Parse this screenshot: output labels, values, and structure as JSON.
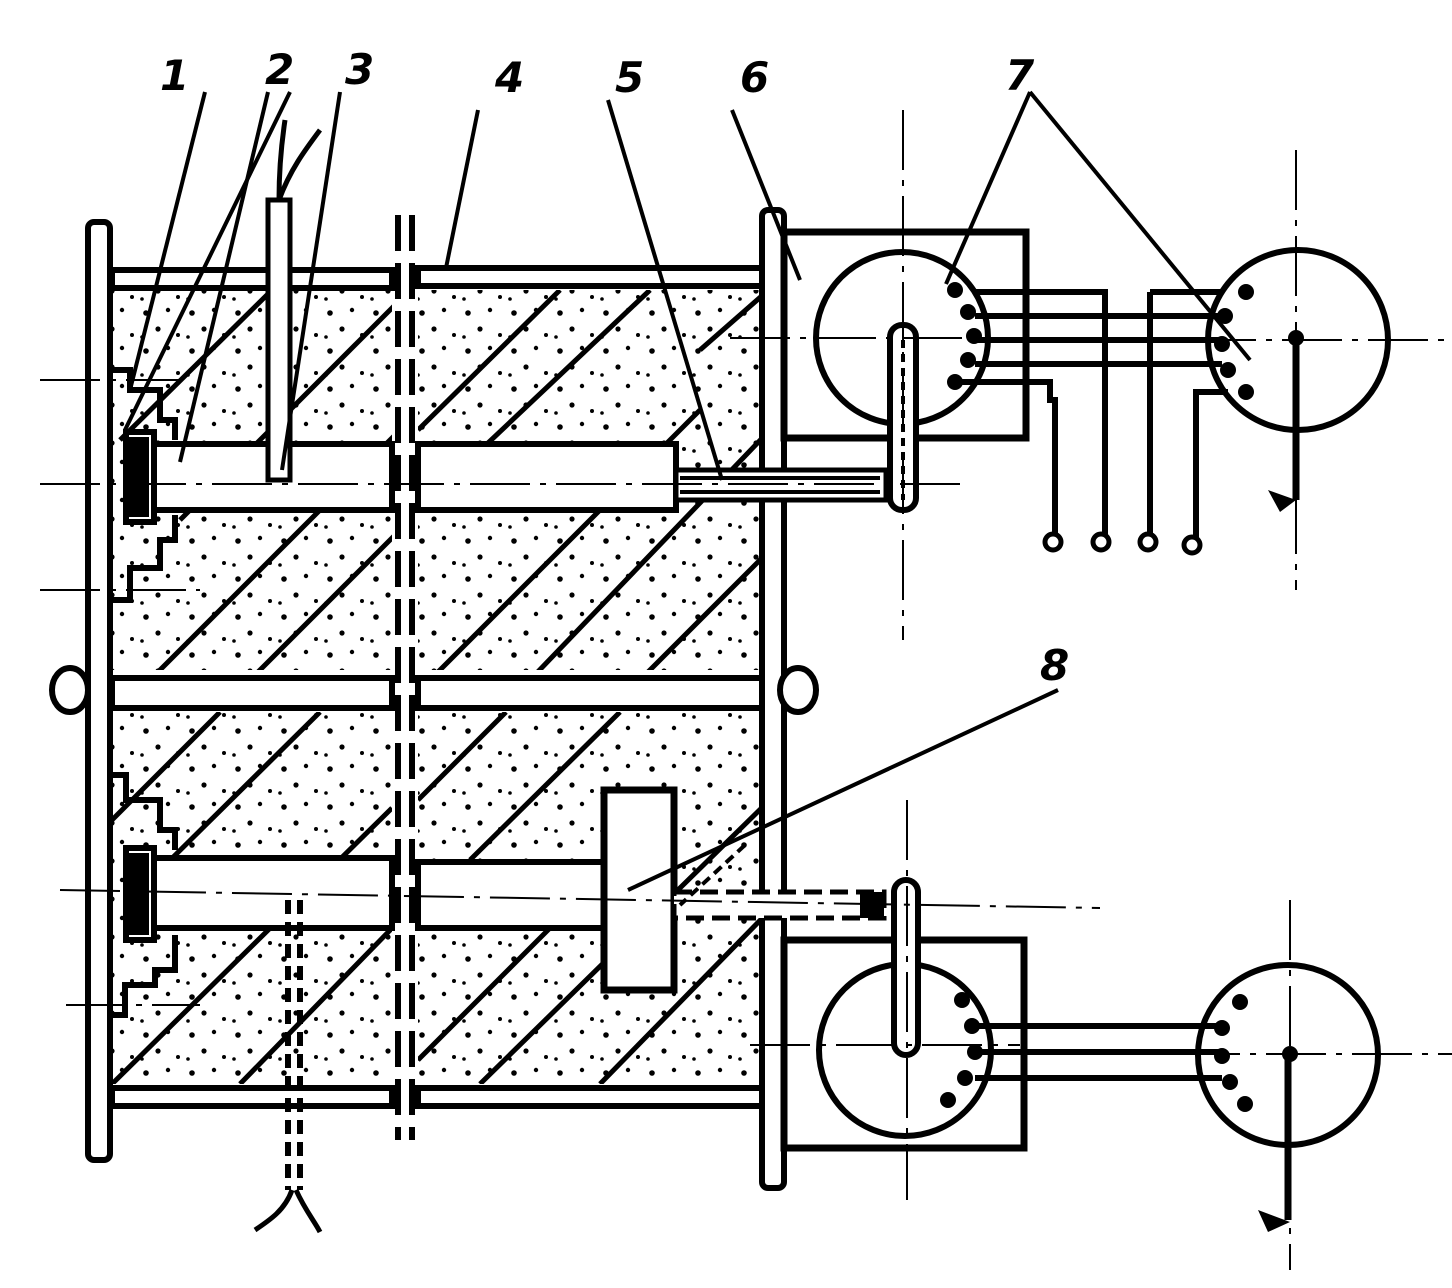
{
  "figure": {
    "callouts": [
      {
        "id": "1",
        "text": "1"
      },
      {
        "id": "2",
        "text": "2"
      },
      {
        "id": "3",
        "text": "3"
      },
      {
        "id": "4",
        "text": "4"
      },
      {
        "id": "5",
        "text": "5"
      },
      {
        "id": "6",
        "text": "6"
      },
      {
        "id": "7",
        "text": "7"
      },
      {
        "id": "8",
        "text": "8"
      }
    ]
  }
}
